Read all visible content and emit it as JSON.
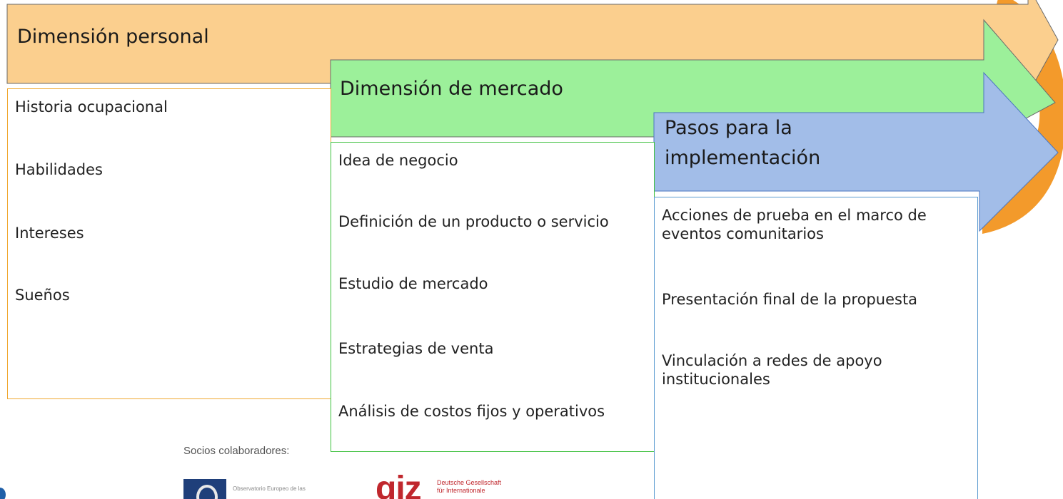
{
  "dimensions": [
    {
      "title": "Dimensión personal",
      "items": [
        "Historia ocupacional",
        "Habilidades",
        "Intereses",
        "Sueños"
      ]
    },
    {
      "title": "Dimensión de mercado",
      "items": [
        "Idea de negocio",
        "Definición de un producto o servicio",
        "Estudio de mercado",
        "Estrategias de venta",
        "Análisis de costos fijos y operativos"
      ]
    },
    {
      "title_line1": "Pasos para la",
      "title_line2": "implementación",
      "items": [
        "Acciones de prueba en el marco de eventos comunitarios",
        "Presentación final de la propuesta",
        "Vinculación a redes de apoyo institucionales"
      ]
    }
  ],
  "credits": {
    "label": "Socios colaboradores:",
    "eu_logo_line1": "Observatorio Europeo de las",
    "giz_logo_mark": "giz",
    "giz_logo_line1": "Deutsche Gesellschaft",
    "giz_logo_line2": "für Internationale"
  },
  "colors": {
    "personal_fill": "#fbcf8e",
    "personal_border": "#f0a830",
    "market_fill": "#9cf09a",
    "market_border": "#3cc03c",
    "implementation_fill": "#a2bde8",
    "implementation_border": "#4a76c0",
    "orange_accent": "#f39a2b"
  }
}
